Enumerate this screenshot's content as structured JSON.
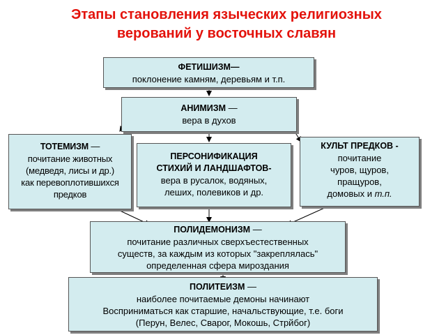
{
  "title": {
    "line1": "Этапы становления языческих религиозных",
    "line2": "верований у восточных славян"
  },
  "boxes": {
    "fetishism": {
      "head": "ФЕТИШИЗМ—",
      "text": "поклонение камням, деревьям и т.п."
    },
    "animism": {
      "head": "АНИМИЗМ",
      "dash": " —",
      "text": "вера в духов"
    },
    "totemism": {
      "head": "ТОТЕМИЗМ",
      "dash": " —",
      "l2": "почитание животных",
      "l3": "(медведя, лисы и др.)",
      "l4": "как перевоплотившихся",
      "l5": "предков"
    },
    "personification": {
      "l1": "ПЕРСОНИФИКАЦИЯ",
      "l2": "СТИХИЙ И ЛАНДШАФТОВ-",
      "l3": "вера в русалок, водяных,",
      "l4": "леших, полевиков и др."
    },
    "ancestors": {
      "head": "КУЛЬТ ПРЕДКОВ -",
      "l2": "почитание",
      "l3": "чуров, щуров,",
      "l4": "пращуров,",
      "l5": "домовых и ",
      "l5_italic": "т.п."
    },
    "polydemonism": {
      "head": "ПОЛИДЕМОНИЗМ",
      "dash": " —",
      "l2": "почитание различных сверхъестественных",
      "l3": "существ, за каждым из которых \"закреплялась\"",
      "l4": "определенная сфера мироздания"
    },
    "polytheism": {
      "head": "ПОЛИТЕИЗМ",
      "dash": " —",
      "l2": "наиболее почитаемые демоны начинают",
      "l3": "Восприниматься как старшие, начальствующие, т.е. боги",
      "l4": "(Перун, Велес, Сварог, Мокошь, Стрйбог)"
    }
  },
  "colors": {
    "title": "#e3120b",
    "box_fill": "#d3ecef",
    "shadow": "#7f7f7f"
  }
}
